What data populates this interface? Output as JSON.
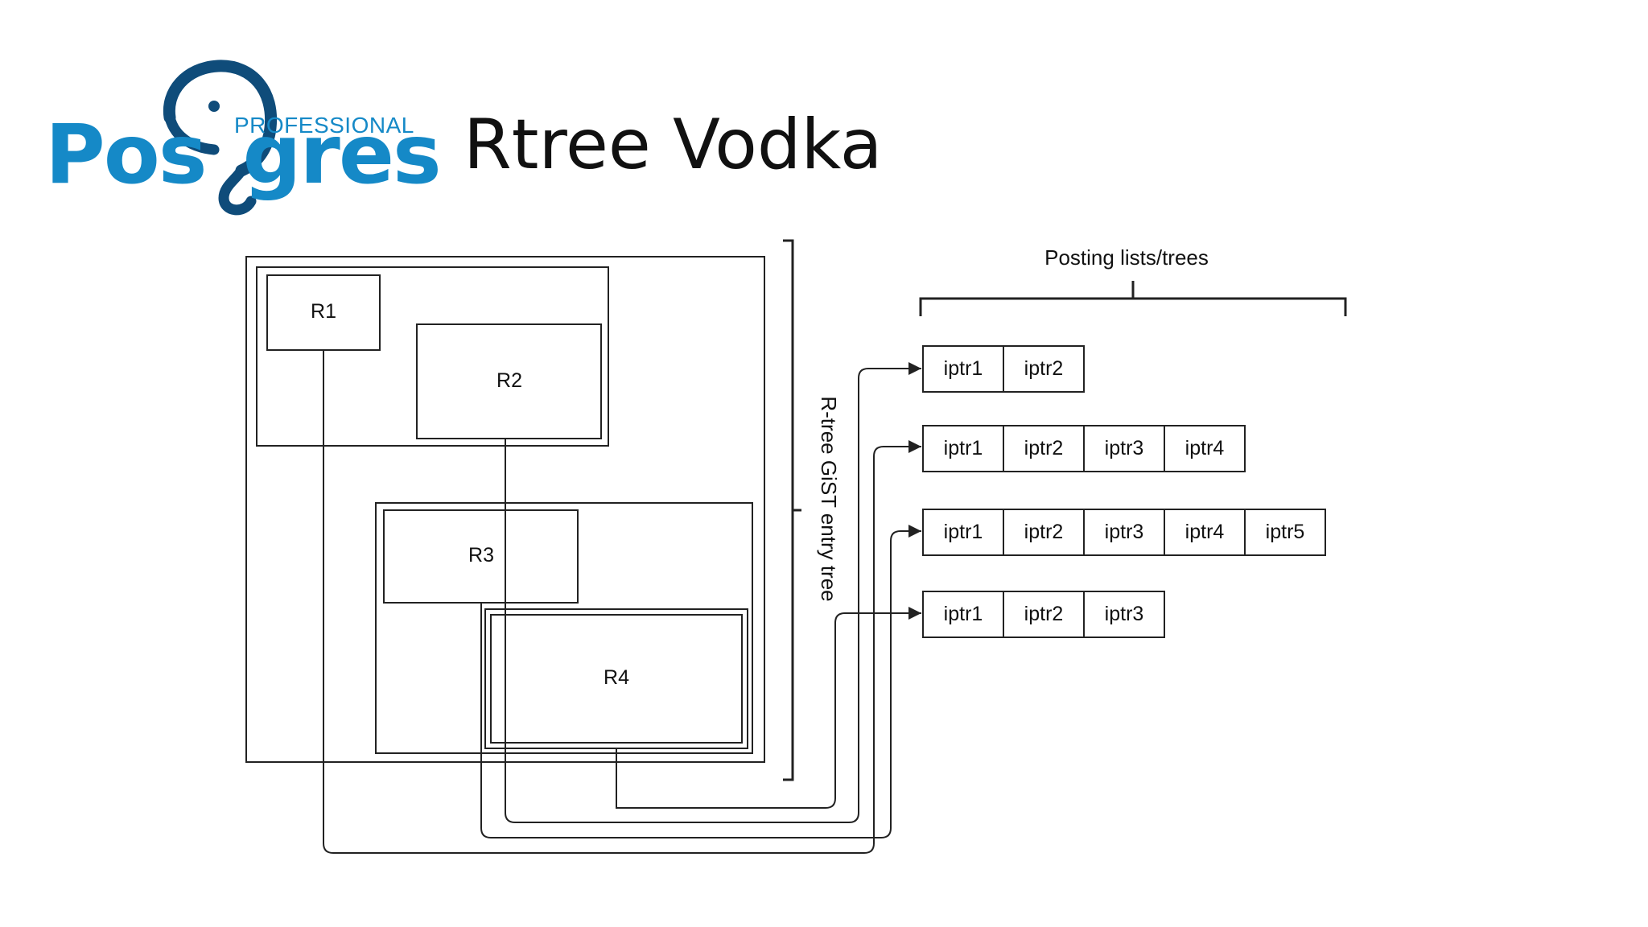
{
  "logo": {
    "word_left": "Pos",
    "word_right": "gres",
    "sub": "PROFESSIONAL",
    "color": "#1589c7"
  },
  "title": "Rtree Vodka",
  "diagram": {
    "regions": [
      "R1",
      "R2",
      "R3",
      "R4"
    ],
    "tree_label": "R-tree GiST entry tree",
    "posting_label": "Posting lists/trees",
    "posting_lists": [
      [
        "iptr1",
        "iptr2"
      ],
      [
        "iptr1",
        "iptr2",
        "iptr3",
        "iptr4"
      ],
      [
        "iptr1",
        "iptr2",
        "iptr3",
        "iptr4",
        "iptr5"
      ],
      [
        "iptr1",
        "iptr2",
        "iptr3"
      ]
    ]
  }
}
